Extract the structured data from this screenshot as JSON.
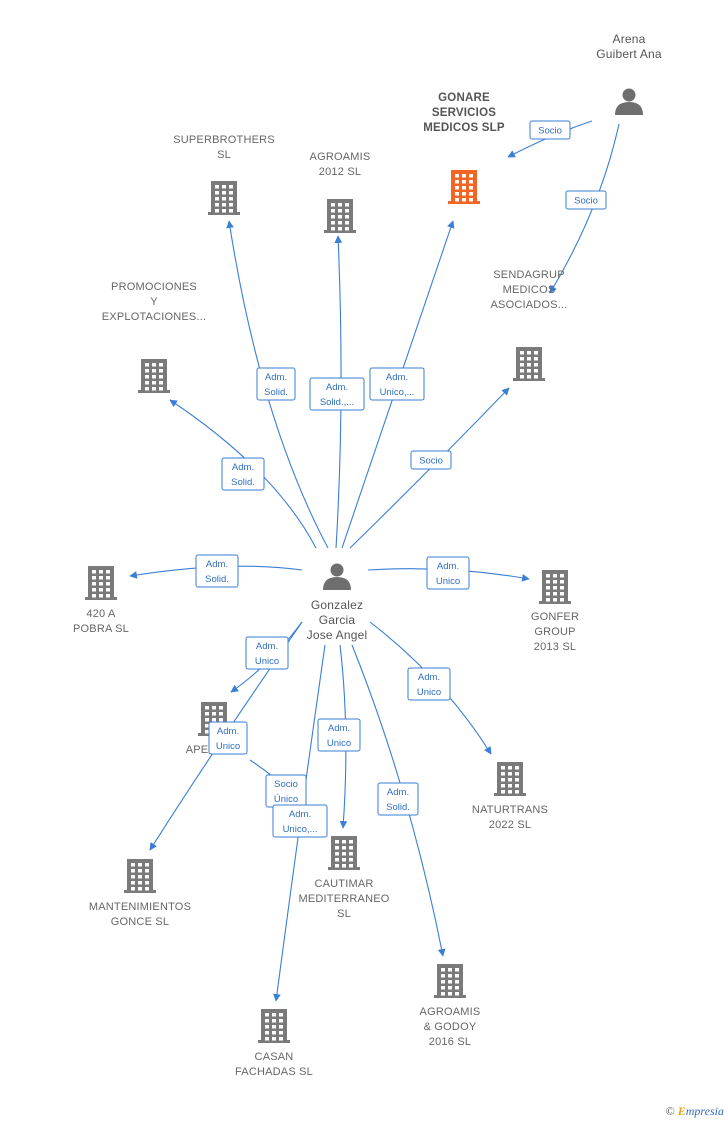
{
  "nodes": [
    {
      "id": "arena",
      "kind": "person",
      "label": [
        "Arena",
        "Guibert Ana"
      ]
    },
    {
      "id": "gonzalez",
      "kind": "person",
      "label": [
        "Gonzalez",
        "Garcia",
        "Jose Angel"
      ]
    },
    {
      "id": "gonare",
      "kind": "company",
      "focus": true,
      "label": [
        "GONARE",
        "SERVICIOS",
        "MEDICOS  SLP"
      ]
    },
    {
      "id": "superbrothers",
      "kind": "company",
      "label": [
        "SUPERBROTHERS",
        "SL"
      ]
    },
    {
      "id": "agroamis2012",
      "kind": "company",
      "label": [
        "AGROAMIS",
        "2012 SL"
      ]
    },
    {
      "id": "promociones",
      "kind": "company",
      "label": [
        "PROMOCIONES",
        "Y",
        "EXPLOTACIONES..."
      ]
    },
    {
      "id": "sendagrup",
      "kind": "company",
      "label": [
        "SENDAGRUP",
        "MEDICOS",
        "ASOCIADOS..."
      ]
    },
    {
      "id": "a420",
      "kind": "company",
      "label": [
        "420 A",
        "POBRA  SL"
      ]
    },
    {
      "id": "gonfer",
      "kind": "company",
      "label": [
        "GONFER",
        "GROUP",
        "2013  SL"
      ]
    },
    {
      "id": "aperosl",
      "kind": "company",
      "label": [
        "APERO",
        "SL"
      ]
    },
    {
      "id": "naturtrans",
      "kind": "company",
      "label": [
        "NATURTRANS",
        "2022  SL"
      ]
    },
    {
      "id": "mantenimientos",
      "kind": "company",
      "label": [
        "MANTENIMIENTOS",
        "GONCE  SL"
      ]
    },
    {
      "id": "cautimar",
      "kind": "company",
      "label": [
        "CAUTIMAR",
        "MEDITERRANEO",
        "SL"
      ]
    },
    {
      "id": "casan",
      "kind": "company",
      "label": [
        "CASAN",
        "FACHADAS SL"
      ]
    },
    {
      "id": "agroamis2016",
      "kind": "company",
      "label": [
        "AGROAMIS",
        "& GODOY",
        "2016  SL"
      ]
    }
  ],
  "edges": [
    {
      "from": "arena",
      "to": "gonare",
      "label": [
        "Socio"
      ]
    },
    {
      "from": "arena",
      "to": "sendagrup",
      "label": [
        "Socio"
      ]
    },
    {
      "from": "gonzalez",
      "to": "superbrothers",
      "label": [
        "Adm.",
        "Solid."
      ]
    },
    {
      "from": "gonzalez",
      "to": "agroamis2012",
      "label": [
        "Adm.",
        "Solid.,..."
      ]
    },
    {
      "from": "gonzalez",
      "to": "gonare",
      "label": [
        "Adm.",
        "Unico,..."
      ]
    },
    {
      "from": "gonzalez",
      "to": "promociones",
      "label": [
        "Adm.",
        "Solid."
      ]
    },
    {
      "from": "gonzalez",
      "to": "sendagrup",
      "label": [
        "Socio"
      ]
    },
    {
      "from": "gonzalez",
      "to": "a420",
      "label": [
        "Adm.",
        "Solid."
      ]
    },
    {
      "from": "gonzalez",
      "to": "gonfer",
      "label": [
        "Adm.",
        "Unico"
      ]
    },
    {
      "from": "gonzalez",
      "to": "aperosl",
      "label": [
        "Adm.",
        "Unico"
      ]
    },
    {
      "from": "gonzalez",
      "to": "naturtrans",
      "label": [
        "Adm.",
        "Unico"
      ]
    },
    {
      "from": "gonzalez",
      "to": "mantenimientos",
      "label": [
        "Adm.",
        "Unico"
      ]
    },
    {
      "from": "gonzalez",
      "to": "cautimar",
      "label": [
        "Adm.",
        "Unico"
      ]
    },
    {
      "from": "gonzalez",
      "to": "cautimar",
      "label": [
        "Socio",
        "Único"
      ]
    },
    {
      "from": "gonzalez",
      "to": "casan",
      "label": [
        "Adm.",
        "Unico,..."
      ]
    },
    {
      "from": "gonzalez",
      "to": "agroamis2016",
      "label": [
        "Adm.",
        "Solid."
      ]
    }
  ],
  "watermark": {
    "copyright": "©",
    "brand_initial": "E",
    "brand_rest": "mpresia"
  },
  "colors": {
    "edge": "#3a7fd5",
    "company": "#7a7a7a",
    "focus_company": "#f26522",
    "person": "#6e6e6e"
  }
}
